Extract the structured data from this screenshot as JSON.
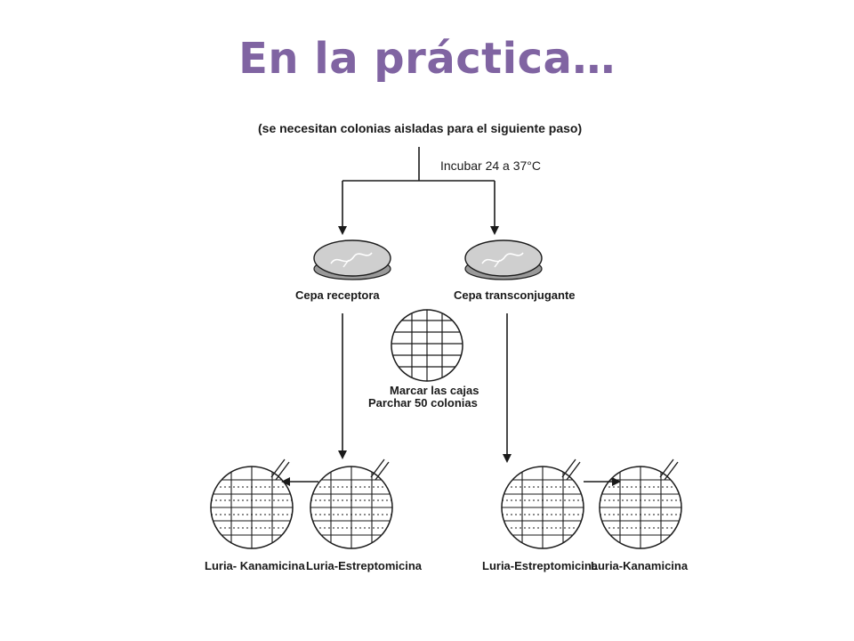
{
  "title": "En la práctica…",
  "diagram": {
    "top_note": "(se necesitan colonias aisladas para el siguiente paso)",
    "incubate_step": "Incubar 24 a 37°C",
    "recipient_plate": "Cepa receptora",
    "transconjugant_plate": "Cepa transconjugante",
    "mark_step_line1": "Marcar las cajas",
    "mark_step_line2": "Parchar 50  colonias",
    "bottom_plates": [
      "Luria- Kanamicina",
      "Luria-Estreptomicina",
      "Luria-Estreptomicina",
      "Luria-Kanamicina"
    ]
  },
  "colors": {
    "title": "#8064a2",
    "lines": "#1a1a1a",
    "petri_fill": "#c8c8c8"
  }
}
